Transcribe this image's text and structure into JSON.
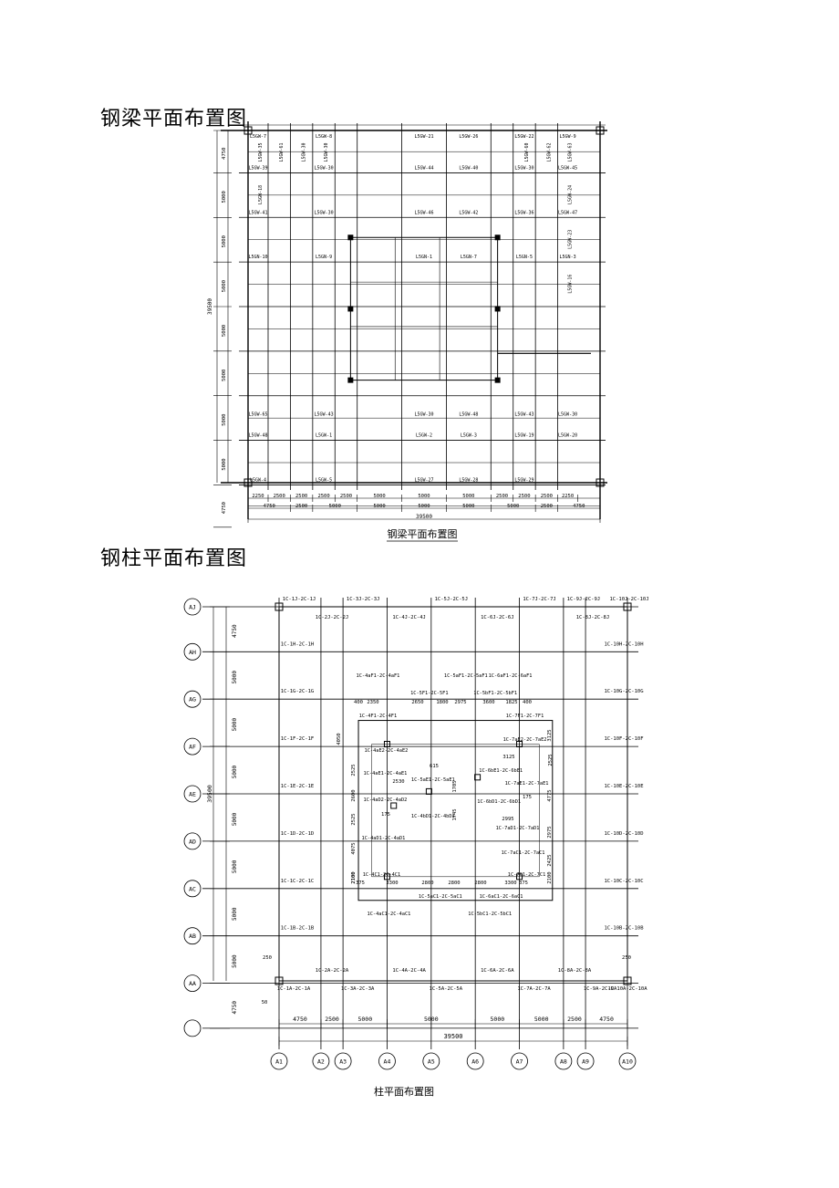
{
  "section1": {
    "heading": "钢梁平面布置图",
    "caption": "钢梁平面布置图",
    "total": "39500",
    "total_vertical": "39500",
    "spans_top": [
      "2250",
      "2500",
      "2500",
      "2500",
      "2500",
      "5000",
      "5000",
      "5000",
      "2500",
      "2500",
      "2500",
      "2250"
    ],
    "spans_mid": [
      "4750",
      "2500",
      "5000",
      "5000",
      "5000",
      "5000",
      "5000",
      "2500",
      "4750"
    ],
    "spans_left": [
      "4750",
      "5000",
      "5000",
      "5000",
      "5000",
      "5000",
      "5000",
      "5000",
      "4750"
    ],
    "beam_labels": [
      "L5GW-7",
      "L5GW-8",
      "L5GW-21",
      "L5GW-26",
      "L5GW-22",
      "L5GW-9",
      "L5GW-39",
      "L5GW-30",
      "L5GW-44",
      "L5GW-40",
      "L5GW-30",
      "L5GW-45",
      "L5GW-41",
      "L5GW-30",
      "L5GW-46",
      "L5GW-42",
      "L5GW-36",
      "L5GW-47",
      "L5GN-10",
      "L5GN-9",
      "L5GN-1",
      "L5GN-7",
      "L5GN-5",
      "L5GN-3",
      "L5GW-65",
      "L5GW-43",
      "L5GW-30",
      "L5GW-48",
      "L5GW-43",
      "L5GW-30",
      "L5GW-48",
      "L5GW-1",
      "L5GW-2",
      "L5GW-3",
      "L5GW-19",
      "L5GW-20",
      "L5GW-4",
      "L5GW-5",
      "L5GW-27",
      "L5GW-28",
      "L5GW-29"
    ],
    "vert_labels": [
      "L5GW-35",
      "L5GW-61",
      "L5GW-30",
      "L5GW-30",
      "L5GW-60",
      "L5GW-62",
      "L5GW-63",
      "L5GW-18",
      "L5GW-24",
      "L5GW-16",
      "L5GW-23"
    ]
  },
  "section2": {
    "heading": "钢柱平面布置图",
    "caption": "柱平面布置图",
    "total": "39500",
    "total_vertical": "39500",
    "row_axes": [
      "AJ",
      "AH",
      "AG",
      "AF",
      "AE",
      "AD",
      "AC",
      "AB",
      "AA"
    ],
    "col_axes": [
      "A1",
      "A2",
      "A3",
      "A4",
      "A5",
      "A6",
      "A7",
      "A8",
      "A9",
      "A10"
    ],
    "bottom_spans": [
      "4750",
      "2500",
      "5000",
      "5000",
      "5000",
      "5000",
      "2500",
      "4750"
    ],
    "left_spans": [
      "4750",
      "5000",
      "5000",
      "5000",
      "5000",
      "5000",
      "5000",
      "5000",
      "4750"
    ],
    "top_labels": [
      "1C-1J-2C-1J",
      "1C-3J-2C-3J",
      "1C-5J-2C-5J",
      "1C-7J-2C-7J",
      "1C-9J-2C-9J",
      "1C-10J-2C-10J",
      "1C-2J-2C-2J",
      "1C-4J-2C-4J",
      "1C-6J-2C-6J",
      "1C-8J-2C-8J"
    ],
    "left_labels": [
      "1C-1H-2C-1H",
      "1C-1G-2C-1G",
      "1C-1F-2C-1F",
      "1C-1E-2C-1E",
      "1C-1D-2C-1D",
      "1C-1C-2C-1C",
      "1C-1B-2C-1B"
    ],
    "right_labels": [
      "1C-10H-2C-10H",
      "1C-10G-2C-10G",
      "1C-10F-2C-10F",
      "1C-10E-2C-10E",
      "1C-10D-2C-10D",
      "1C-10C-2C-10C",
      "1C-10B-2C-10B"
    ],
    "bottom_labels": [
      "1C-1A-2C-1A",
      "1C-3A-2C-3A",
      "1C-5A-2C-5A",
      "1C-7A-2C-7A",
      "1C-9A-2C-9A",
      "1C-10A-2C-10A",
      "1C-2A-2C-2A",
      "1C-4A-2C-4A",
      "1C-6A-2C-6A",
      "1C-8A-2C-8A"
    ],
    "inner_labels": [
      "1C-4aF1-2C-4aF1",
      "1C-5aF1-2C-5aF1",
      "1C-6aF1-2C-6aF1",
      "1C-5F1-2C-5F1",
      "1C-5bF1-2C-5bF1",
      "1C-4F1-2C-4F1",
      "1C-7F1-2C-7F1",
      "1C-7aE2-2C-7aE2",
      "1C-4aE2-2C-4aE2",
      "1C-4aE1-2C-4aE1",
      "1C-5aE1-2C-5aE1",
      "1C-6bE1-2C-6bE1",
      "1C-7aE1-2C-7aE1",
      "1C-4aD2-2C-4aD2",
      "1C-4bD1-2C-4bD1",
      "1C-6bD1-2C-6bD1",
      "1C-7aD1-2C-7aD1",
      "1C-4aD1-2C-4aD1",
      "1C-7aC1-2C-7aC1",
      "1C-4C1-2C-4C1",
      "1C-7C1-2C-7C1",
      "1C-5aC1-2C-5aC1",
      "1C-6aC1-2C-6aC1",
      "1C-4aC1-2C-4aC1",
      "1C-5bC1-2C-5bC1"
    ],
    "inner_dims": [
      "400",
      "2350",
      "2650",
      "1800",
      "2975",
      "3600",
      "1825",
      "400",
      "4050",
      "3125",
      "3125",
      "2525",
      "615",
      "2525",
      "2530",
      "2600",
      "1705",
      "4775",
      "1745",
      "2995",
      "2525",
      "175",
      "175",
      "4075",
      "2975",
      "2100",
      "2425",
      "2100",
      "2100",
      "375",
      "3300",
      "2800",
      "2800",
      "2800",
      "3300",
      "375",
      "250",
      "250",
      "50"
    ]
  }
}
